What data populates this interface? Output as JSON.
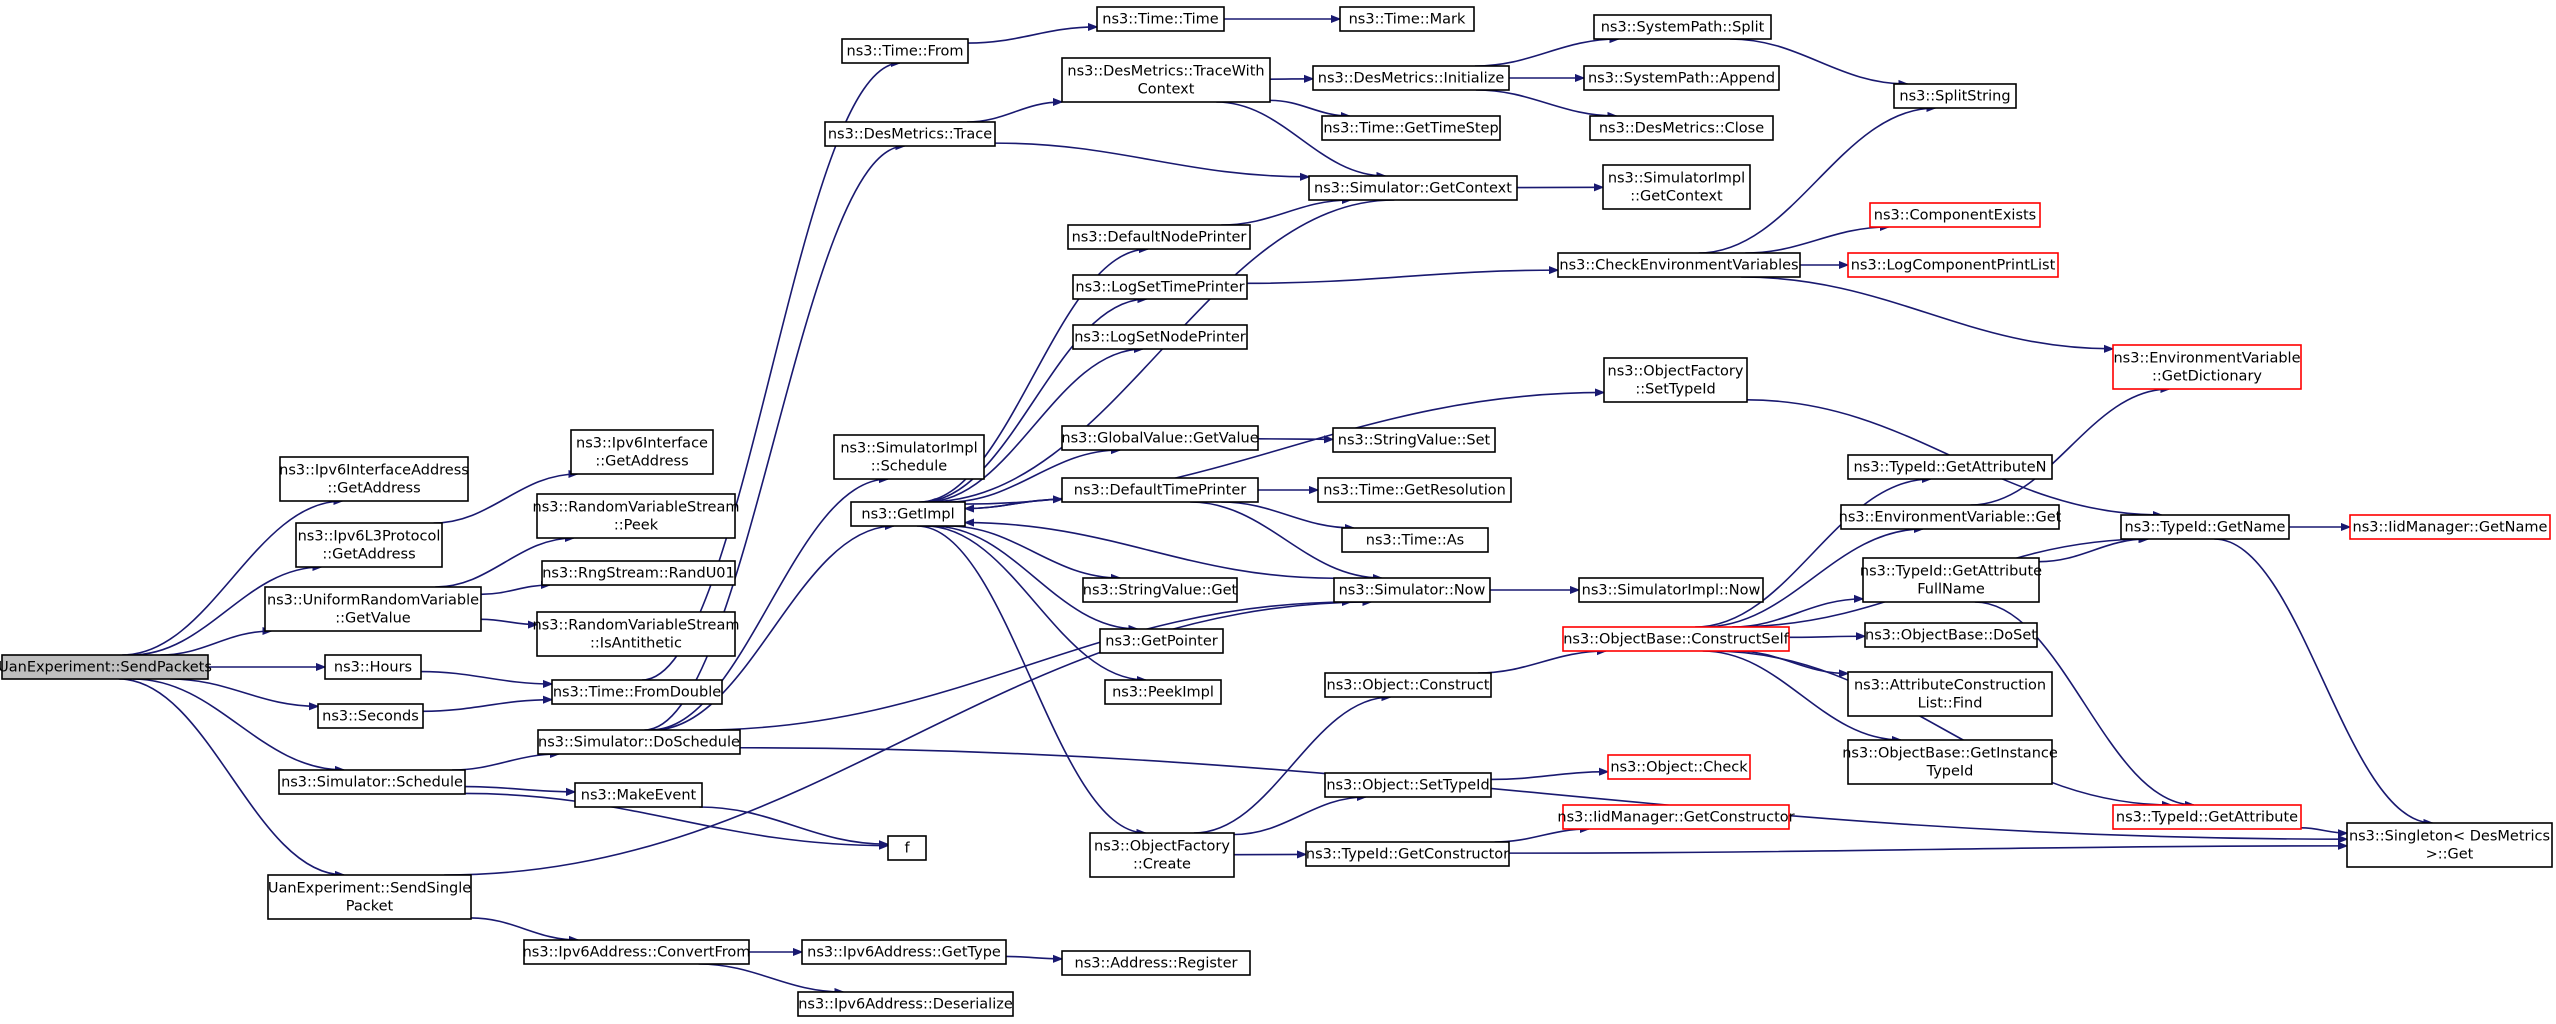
{
  "graph": {
    "edge_color": "#191970",
    "node_border": "#000000",
    "missing_node_border": "#ff0000",
    "root_fill": "#bfbfbf",
    "nodes": [
      {
        "id": "root",
        "lines": [
          "UanExperiment::SendPackets"
        ],
        "style": "root"
      },
      {
        "id": "ipv6ifaddr",
        "lines": [
          "ns3::Ipv6InterfaceAddress",
          "::GetAddress"
        ]
      },
      {
        "id": "ipv6l3",
        "lines": [
          "ns3::Ipv6L3Protocol",
          "::GetAddress"
        ]
      },
      {
        "id": "ipv6iface",
        "lines": [
          "ns3::Ipv6Interface",
          "::GetAddress"
        ]
      },
      {
        "id": "urvGetValue",
        "lines": [
          "ns3::UniformRandomVariable",
          "::GetValue"
        ]
      },
      {
        "id": "rvsPeek",
        "lines": [
          "ns3::RandomVariableStream",
          "::Peek"
        ]
      },
      {
        "id": "rngRand",
        "lines": [
          "ns3::RngStream::RandU01"
        ]
      },
      {
        "id": "rvsAnti",
        "lines": [
          "ns3::RandomVariableStream",
          "::IsAntithetic"
        ]
      },
      {
        "id": "hours",
        "lines": [
          "ns3::Hours"
        ]
      },
      {
        "id": "seconds",
        "lines": [
          "ns3::Seconds"
        ]
      },
      {
        "id": "fromDouble",
        "lines": [
          "ns3::Time::FromDouble"
        ]
      },
      {
        "id": "simSchedule",
        "lines": [
          "ns3::Simulator::Schedule"
        ]
      },
      {
        "id": "doSchedule",
        "lines": [
          "ns3::Simulator::DoSchedule"
        ]
      },
      {
        "id": "makeEvent",
        "lines": [
          "ns3::MakeEvent"
        ]
      },
      {
        "id": "f",
        "lines": [
          "f"
        ]
      },
      {
        "id": "sendSingle",
        "lines": [
          "UanExperiment::SendSingle",
          "Packet"
        ]
      },
      {
        "id": "convertFrom",
        "lines": [
          "ns3::Ipv6Address::ConvertFrom"
        ]
      },
      {
        "id": "ipv6GetType",
        "lines": [
          "ns3::Ipv6Address::GetType"
        ]
      },
      {
        "id": "ipv6Deser",
        "lines": [
          "ns3::Ipv6Address::Deserialize"
        ]
      },
      {
        "id": "addrRegister",
        "lines": [
          "ns3::Address::Register"
        ]
      },
      {
        "id": "timeFrom",
        "lines": [
          "ns3::Time::From"
        ]
      },
      {
        "id": "timeTime",
        "lines": [
          "ns3::Time::Time"
        ]
      },
      {
        "id": "timeMark",
        "lines": [
          "ns3::Time::Mark"
        ]
      },
      {
        "id": "desTrace",
        "lines": [
          "ns3::DesMetrics::Trace"
        ]
      },
      {
        "id": "desTraceCtx",
        "lines": [
          "ns3::DesMetrics::TraceWith",
          "Context"
        ]
      },
      {
        "id": "desInit",
        "lines": [
          "ns3::DesMetrics::Initialize"
        ]
      },
      {
        "id": "spSplit",
        "lines": [
          "ns3::SystemPath::Split"
        ]
      },
      {
        "id": "spAppend",
        "lines": [
          "ns3::SystemPath::Append"
        ]
      },
      {
        "id": "desClose",
        "lines": [
          "ns3::DesMetrics::Close"
        ]
      },
      {
        "id": "splitString",
        "lines": [
          "ns3::SplitString"
        ]
      },
      {
        "id": "timeStep",
        "lines": [
          "ns3::Time::GetTimeStep"
        ]
      },
      {
        "id": "simGetContext",
        "lines": [
          "ns3::Simulator::GetContext"
        ]
      },
      {
        "id": "implGetContext",
        "lines": [
          "ns3::SimulatorImpl",
          "::GetContext"
        ]
      },
      {
        "id": "defNodePrinter",
        "lines": [
          "ns3::DefaultNodePrinter"
        ]
      },
      {
        "id": "logSetTime",
        "lines": [
          "ns3::LogSetTimePrinter"
        ]
      },
      {
        "id": "logSetNode",
        "lines": [
          "ns3::LogSetNodePrinter"
        ]
      },
      {
        "id": "checkEnv",
        "lines": [
          "ns3::CheckEnvironmentVariables"
        ]
      },
      {
        "id": "compExists",
        "lines": [
          "ns3::ComponentExists"
        ],
        "style": "red"
      },
      {
        "id": "logCompList",
        "lines": [
          "ns3::LogComponentPrintList"
        ],
        "style": "red"
      },
      {
        "id": "envGetDict",
        "lines": [
          "ns3::EnvironmentVariable",
          "::GetDictionary"
        ],
        "style": "red"
      },
      {
        "id": "implSchedule",
        "lines": [
          "ns3::SimulatorImpl",
          "::Schedule"
        ]
      },
      {
        "id": "getImpl",
        "lines": [
          "ns3::GetImpl"
        ]
      },
      {
        "id": "ofSetTypeId",
        "lines": [
          "ns3::ObjectFactory",
          "::SetTypeId"
        ]
      },
      {
        "id": "gvGetValue",
        "lines": [
          "ns3::GlobalValue::GetValue"
        ]
      },
      {
        "id": "svSet",
        "lines": [
          "ns3::StringValue::Set"
        ]
      },
      {
        "id": "defTimePrinter",
        "lines": [
          "ns3::DefaultTimePrinter"
        ]
      },
      {
        "id": "timeGetRes",
        "lines": [
          "ns3::Time::GetResolution"
        ]
      },
      {
        "id": "timeAs",
        "lines": [
          "ns3::Time::As"
        ]
      },
      {
        "id": "simNow",
        "lines": [
          "ns3::Simulator::Now"
        ]
      },
      {
        "id": "implNow",
        "lines": [
          "ns3::SimulatorImpl::Now"
        ]
      },
      {
        "id": "svGet",
        "lines": [
          "ns3::StringValue::Get"
        ]
      },
      {
        "id": "getPointer",
        "lines": [
          "ns3::GetPointer"
        ]
      },
      {
        "id": "peekImpl",
        "lines": [
          "ns3::PeekImpl"
        ]
      },
      {
        "id": "ofCreate",
        "lines": [
          "ns3::ObjectFactory",
          "::Create"
        ]
      },
      {
        "id": "objConstruct",
        "lines": [
          "ns3::Object::Construct"
        ]
      },
      {
        "id": "objSetTypeId",
        "lines": [
          "ns3::Object::SetTypeId"
        ]
      },
      {
        "id": "tidGetCtor",
        "lines": [
          "ns3::TypeId::GetConstructor"
        ]
      },
      {
        "id": "obConstructSelf",
        "lines": [
          "ns3::ObjectBase::ConstructSelf"
        ],
        "style": "red"
      },
      {
        "id": "objCheck",
        "lines": [
          "ns3::Object::Check"
        ],
        "style": "red"
      },
      {
        "id": "iidGetCtor",
        "lines": [
          "ns3::IidManager::GetConstructor"
        ],
        "style": "red"
      },
      {
        "id": "tidGetAttrN",
        "lines": [
          "ns3::TypeId::GetAttributeN"
        ]
      },
      {
        "id": "envGet",
        "lines": [
          "ns3::EnvironmentVariable::Get"
        ]
      },
      {
        "id": "tidGetAttrFull",
        "lines": [
          "ns3::TypeId::GetAttribute",
          "FullName"
        ]
      },
      {
        "id": "obDoSet",
        "lines": [
          "ns3::ObjectBase::DoSet"
        ]
      },
      {
        "id": "acListFind",
        "lines": [
          "ns3::AttributeConstruction",
          "List::Find"
        ]
      },
      {
        "id": "obGetInstTid",
        "lines": [
          "ns3::ObjectBase::GetInstance",
          "TypeId"
        ]
      },
      {
        "id": "tidGetName",
        "lines": [
          "ns3::TypeId::GetName"
        ]
      },
      {
        "id": "iidGetName",
        "lines": [
          "ns3::IidManager::GetName"
        ],
        "style": "red"
      },
      {
        "id": "tidGetAttr",
        "lines": [
          "ns3::TypeId::GetAttribute"
        ],
        "style": "red"
      },
      {
        "id": "singletonGet",
        "lines": [
          "ns3::Singleton< DesMetrics",
          " >::Get"
        ]
      }
    ],
    "edges": [
      [
        "root",
        "ipv6ifaddr"
      ],
      [
        "root",
        "ipv6l3"
      ],
      [
        "root",
        "urvGetValue"
      ],
      [
        "root",
        "hours"
      ],
      [
        "root",
        "seconds"
      ],
      [
        "root",
        "simSchedule"
      ],
      [
        "root",
        "sendSingle"
      ],
      [
        "ipv6l3",
        "ipv6iface"
      ],
      [
        "urvGetValue",
        "rvsPeek"
      ],
      [
        "urvGetValue",
        "rngRand"
      ],
      [
        "urvGetValue",
        "rvsAnti"
      ],
      [
        "hours",
        "fromDouble"
      ],
      [
        "seconds",
        "fromDouble"
      ],
      [
        "fromDouble",
        "timeFrom"
      ],
      [
        "simSchedule",
        "doSchedule"
      ],
      [
        "simSchedule",
        "makeEvent"
      ],
      [
        "simSchedule",
        "f"
      ],
      [
        "makeEvent",
        "f"
      ],
      [
        "doSchedule",
        "desTrace"
      ],
      [
        "doSchedule",
        "implSchedule"
      ],
      [
        "doSchedule",
        "getImpl"
      ],
      [
        "doSchedule",
        "simNow"
      ],
      [
        "doSchedule",
        "singletonGet"
      ],
      [
        "sendSingle",
        "convertFrom"
      ],
      [
        "sendSingle",
        "simNow"
      ],
      [
        "convertFrom",
        "ipv6GetType"
      ],
      [
        "convertFrom",
        "ipv6Deser"
      ],
      [
        "ipv6GetType",
        "addrRegister"
      ],
      [
        "timeFrom",
        "timeTime"
      ],
      [
        "timeTime",
        "timeMark"
      ],
      [
        "desTrace",
        "desTraceCtx"
      ],
      [
        "desTrace",
        "simGetContext"
      ],
      [
        "desTraceCtx",
        "desInit"
      ],
      [
        "desTraceCtx",
        "timeStep"
      ],
      [
        "desTraceCtx",
        "simGetContext"
      ],
      [
        "desInit",
        "spSplit"
      ],
      [
        "desInit",
        "spAppend"
      ],
      [
        "desInit",
        "desClose"
      ],
      [
        "spSplit",
        "splitString"
      ],
      [
        "simGetContext",
        "implGetContext"
      ],
      [
        "simGetContext",
        "getImpl"
      ],
      [
        "defNodePrinter",
        "simGetContext"
      ],
      [
        "logSetTime",
        "checkEnv"
      ],
      [
        "checkEnv",
        "splitString"
      ],
      [
        "checkEnv",
        "compExists"
      ],
      [
        "checkEnv",
        "logCompList"
      ],
      [
        "checkEnv",
        "envGetDict"
      ],
      [
        "getImpl",
        "defNodePrinter"
      ],
      [
        "getImpl",
        "logSetTime"
      ],
      [
        "getImpl",
        "logSetNode"
      ],
      [
        "getImpl",
        "ofSetTypeId"
      ],
      [
        "getImpl",
        "gvGetValue"
      ],
      [
        "getImpl",
        "defTimePrinter"
      ],
      [
        "getImpl",
        "svGet"
      ],
      [
        "getImpl",
        "getPointer"
      ],
      [
        "getImpl",
        "peekImpl"
      ],
      [
        "getImpl",
        "ofCreate"
      ],
      [
        "ofSetTypeId",
        "tidGetName"
      ],
      [
        "gvGetValue",
        "svSet"
      ],
      [
        "defTimePrinter",
        "timeGetRes"
      ],
      [
        "defTimePrinter",
        "timeAs"
      ],
      [
        "defTimePrinter",
        "simNow"
      ],
      [
        "defTimePrinter",
        "getImpl"
      ],
      [
        "simNow",
        "implNow"
      ],
      [
        "simNow",
        "getImpl"
      ],
      [
        "ofCreate",
        "objConstruct"
      ],
      [
        "ofCreate",
        "objSetTypeId"
      ],
      [
        "ofCreate",
        "tidGetCtor"
      ],
      [
        "objConstruct",
        "obConstructSelf"
      ],
      [
        "objSetTypeId",
        "objCheck"
      ],
      [
        "tidGetCtor",
        "iidGetCtor"
      ],
      [
        "tidGetCtor",
        "singletonGet"
      ],
      [
        "obConstructSelf",
        "tidGetAttrN"
      ],
      [
        "obConstructSelf",
        "envGet"
      ],
      [
        "obConstructSelf",
        "tidGetAttrFull"
      ],
      [
        "obConstructSelf",
        "obDoSet"
      ],
      [
        "obConstructSelf",
        "acListFind"
      ],
      [
        "obConstructSelf",
        "obGetInstTid"
      ],
      [
        "obConstructSelf",
        "tidGetName"
      ],
      [
        "obConstructSelf",
        "tidGetAttr"
      ],
      [
        "envGet",
        "envGetDict"
      ],
      [
        "tidGetAttrFull",
        "tidGetName"
      ],
      [
        "tidGetAttrFull",
        "tidGetAttr"
      ],
      [
        "tidGetName",
        "iidGetName"
      ],
      [
        "tidGetName",
        "singletonGet"
      ],
      [
        "tidGetAttr",
        "singletonGet"
      ]
    ]
  }
}
